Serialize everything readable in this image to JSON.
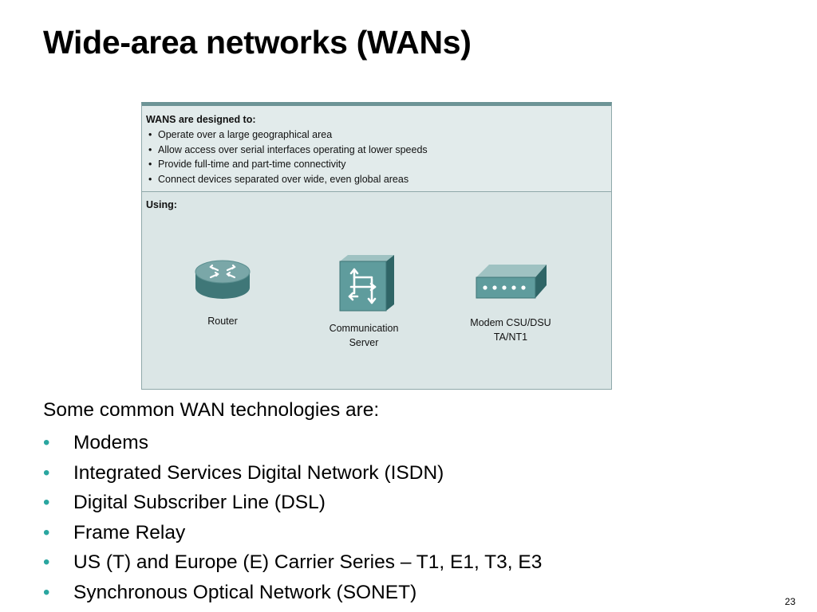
{
  "slide": {
    "title": "Wide-area networks (WANs)",
    "page_number": "23"
  },
  "diagram": {
    "goals_heading": "WANS are designed to:",
    "goals": [
      "Operate over a large geographical area",
      "Allow access over serial interfaces operating at lower speeds",
      "Provide full-time and part-time connectivity",
      "Connect devices separated over wide, even global areas"
    ],
    "using_label": "Using:",
    "devices": [
      {
        "icon": "router-icon",
        "line1": "Router",
        "line2": ""
      },
      {
        "icon": "communication-server-icon",
        "line1": "Communication",
        "line2": "Server"
      },
      {
        "icon": "modem-icon",
        "line1": "Modem CSU/DSU",
        "line2": "TA/NT1"
      }
    ]
  },
  "technologies": {
    "intro": "Some common WAN technologies are:",
    "bullet": "•",
    "items": [
      "Modems",
      "Integrated Services Digital Network (ISDN)",
      "Digital Subscriber Line (DSL)",
      "Frame Relay",
      "US (T) and Europe (E) Carrier Series – T1, E1, T3, E3",
      "Synchronous Optical Network (SONET)"
    ]
  },
  "colors": {
    "bullet": "#2aa6a0",
    "panel_background": "#dbe6e6",
    "panel_border": "#6d9496",
    "device_teal": "#4f8c8d"
  }
}
